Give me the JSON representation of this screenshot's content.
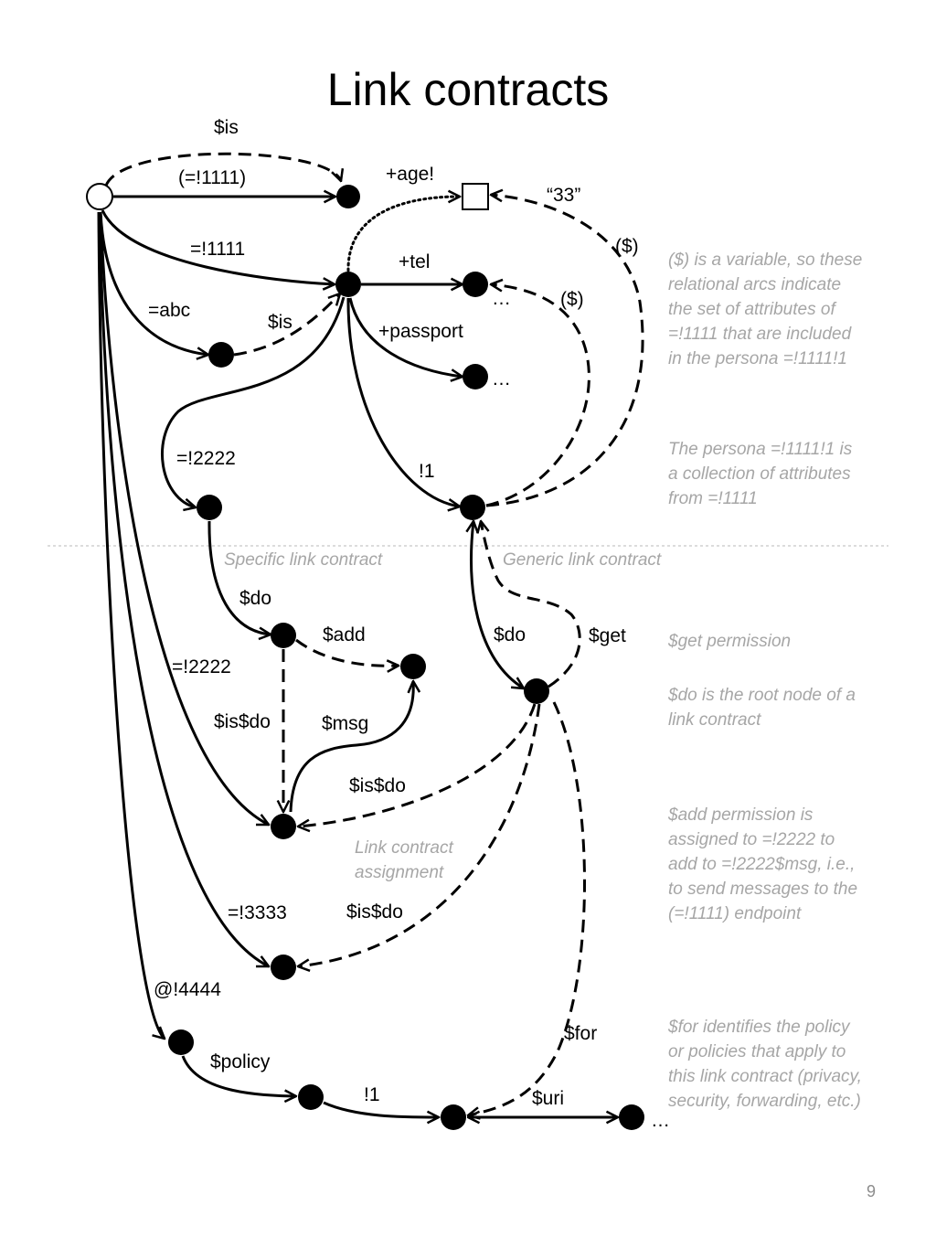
{
  "slide": {
    "title": "Link contracts",
    "page_number": "9"
  },
  "labels": {
    "is_top": "$is",
    "root_self": "(=!1111)",
    "age": "+age!",
    "val33": "“33”",
    "var1": "($)",
    "id1111": "=!1111",
    "tel": "+tel",
    "ellipsis_tel": "…",
    "var2": "($)",
    "abc": "=abc",
    "is_mid": "$is",
    "passport": "+passport",
    "ellipsis_passport": "…",
    "id2222_top": "=!2222",
    "bang1_top": "!1",
    "do_left": "$do",
    "add": "$add",
    "id2222_mid": "=!2222",
    "isdo_left": "$is$do",
    "msg": "$msg",
    "isdo_mid": "$is$do",
    "do_right": "$do",
    "get": "$get",
    "id3333": "=!3333",
    "isdo_low": "$is$do",
    "id4444": "@!4444",
    "policy": "$policy",
    "bang1_bottom": "!1",
    "for": "$for",
    "uri": "$uri",
    "ellipsis_uri": "…"
  },
  "section_labels": {
    "specific": "Specific link contract",
    "generic": "Generic link contract",
    "assignment_line1": "Link contract",
    "assignment_line2": "assignment"
  },
  "notes": {
    "variable": [
      "($) is a variable, so these",
      "relational arcs indicate",
      "the set of attributes of",
      "=!1111 that are included",
      "in the persona =!1111!1"
    ],
    "persona": [
      "The persona =!1111!1 is",
      "a collection of attributes",
      "from =!1111"
    ],
    "get_perm": [
      "$get permission"
    ],
    "do_root": [
      "$do is the root node of a",
      "link contract"
    ],
    "add_perm": [
      "$add permission is",
      "assigned to =!2222 to",
      "add to =!2222$msg, i.e.,",
      "to send messages to the",
      "(=!1111) endpoint"
    ],
    "for_policy": [
      "$for identifies the policy",
      "or policies that apply to",
      "this link contract (privacy,",
      "security, forwarding, etc.)"
    ]
  }
}
